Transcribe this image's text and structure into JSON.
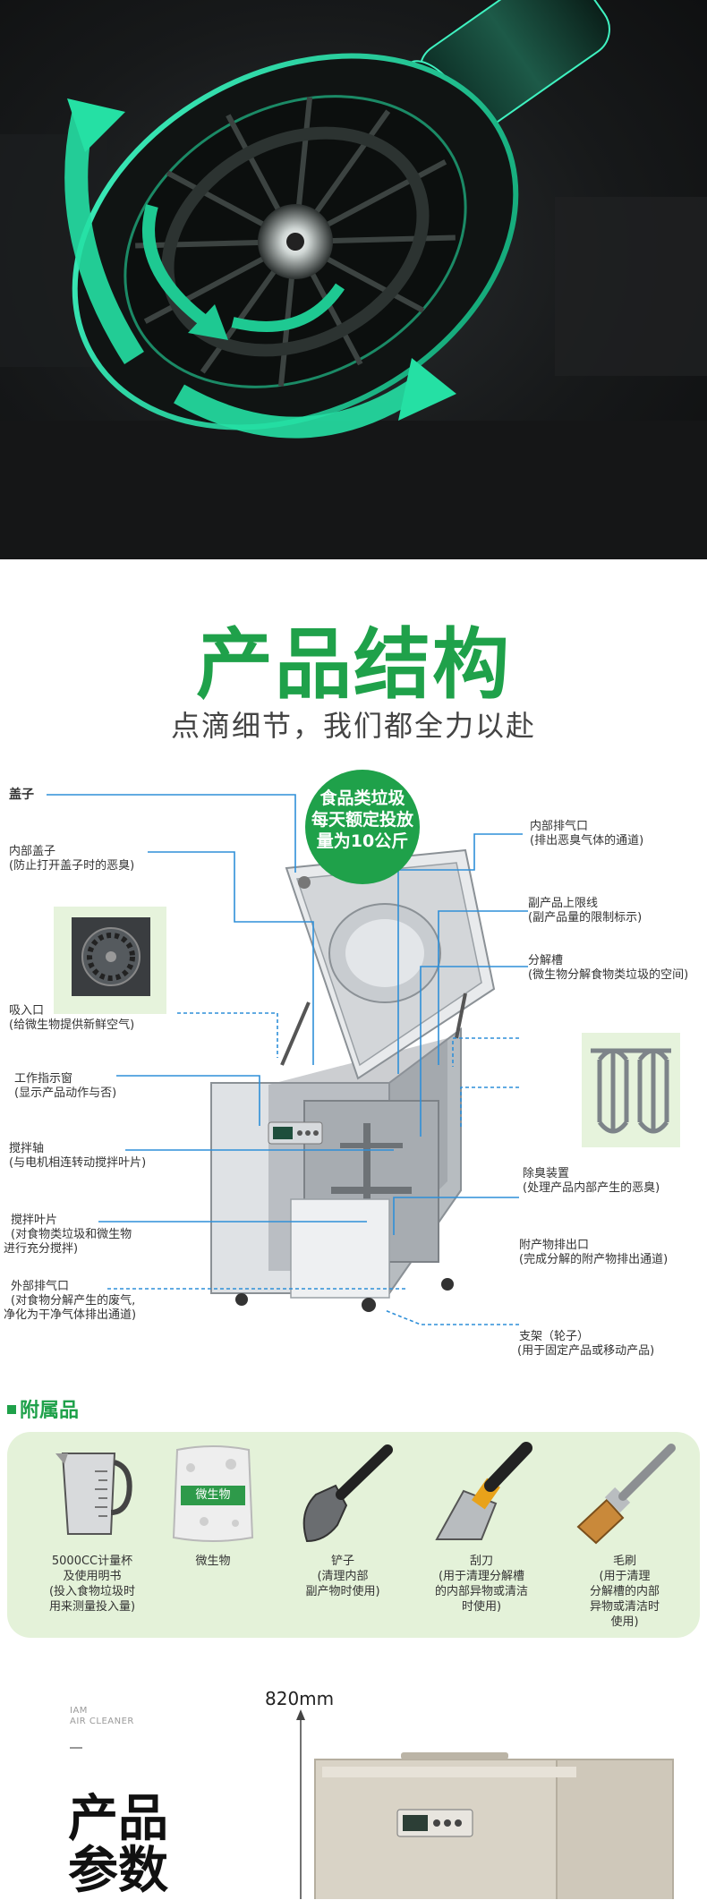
{
  "structure": {
    "title": "产品结构",
    "subtitle": "点滴细节，我们都全力以赴"
  },
  "capacity_bubble": {
    "line1": "食品类垃圾",
    "line2": "每天额定投放",
    "line3": "量为10公斤"
  },
  "labels": {
    "lid": "盖子",
    "inner_lid": "内部盖子",
    "inner_lid_desc": "(防止打开盖子时的恶臭)",
    "intake": "吸入口",
    "intake_desc": "(给微生物提供新鲜空气)",
    "indicator": "工作指示窗",
    "indicator_desc": "(显示产品动作与否)",
    "shaft": "搅拌轴",
    "shaft_desc": "(与电机相连转动搅拌叶片)",
    "blade": "搅拌叶片",
    "blade_desc1": "(对食物类垃圾和微生物",
    "blade_desc2": "进行充分搅拌)",
    "outer_exhaust": "外部排气口",
    "outer_exhaust_desc1": "(对食物分解产生的废气,",
    "outer_exhaust_desc2": "净化为干净气体排出通道)",
    "inner_exhaust": "内部排气口",
    "inner_exhaust_desc": "(排出恶臭气体的通道)",
    "byproduct_limit": "副产品上限线",
    "byproduct_limit_desc": "(副产品量的限制标示)",
    "tank": "分解槽",
    "tank_desc": "(微生物分解食物类垃圾的空间)",
    "deodorizer": "除臭装置",
    "deodorizer_desc": "(处理产品内部产生的恶臭)",
    "outlet": "附产物排出口",
    "outlet_desc": "(完成分解的附产物排出通道)",
    "stand": "支架（轮子）",
    "stand_desc": "(用于固定产品或移动产品)"
  },
  "accessories": {
    "heading": "附属品",
    "items": [
      {
        "name": "5000CC计量杯",
        "desc": "及使用明书\n(投入食物垃圾时\n用来测量投入量)",
        "icon": "measuring-cup"
      },
      {
        "name": "微生物",
        "desc": "",
        "icon": "microbe-bag",
        "bag_label": "微生物"
      },
      {
        "name": "铲子",
        "desc": "(清理内部\n副产物时使用)",
        "icon": "trowel"
      },
      {
        "name": "刮刀",
        "desc": "(用于清理分解槽\n的内部异物或清洁\n时使用)",
        "icon": "scraper"
      },
      {
        "name": "毛刷",
        "desc": "(用于清理\n分解槽的内部\n异物或清洁时\n使用)",
        "icon": "brush"
      }
    ]
  },
  "parameters": {
    "brand_line1": "IAM",
    "brand_line2": "AIR CLEANER",
    "title": "产品参数",
    "height_label": "820mm"
  },
  "colors": {
    "brand_green": "#1fa14a",
    "panel_green": "#e4f2d9",
    "diagram_line": "#2f8fd8",
    "fan_glow": "#25e0a4"
  }
}
